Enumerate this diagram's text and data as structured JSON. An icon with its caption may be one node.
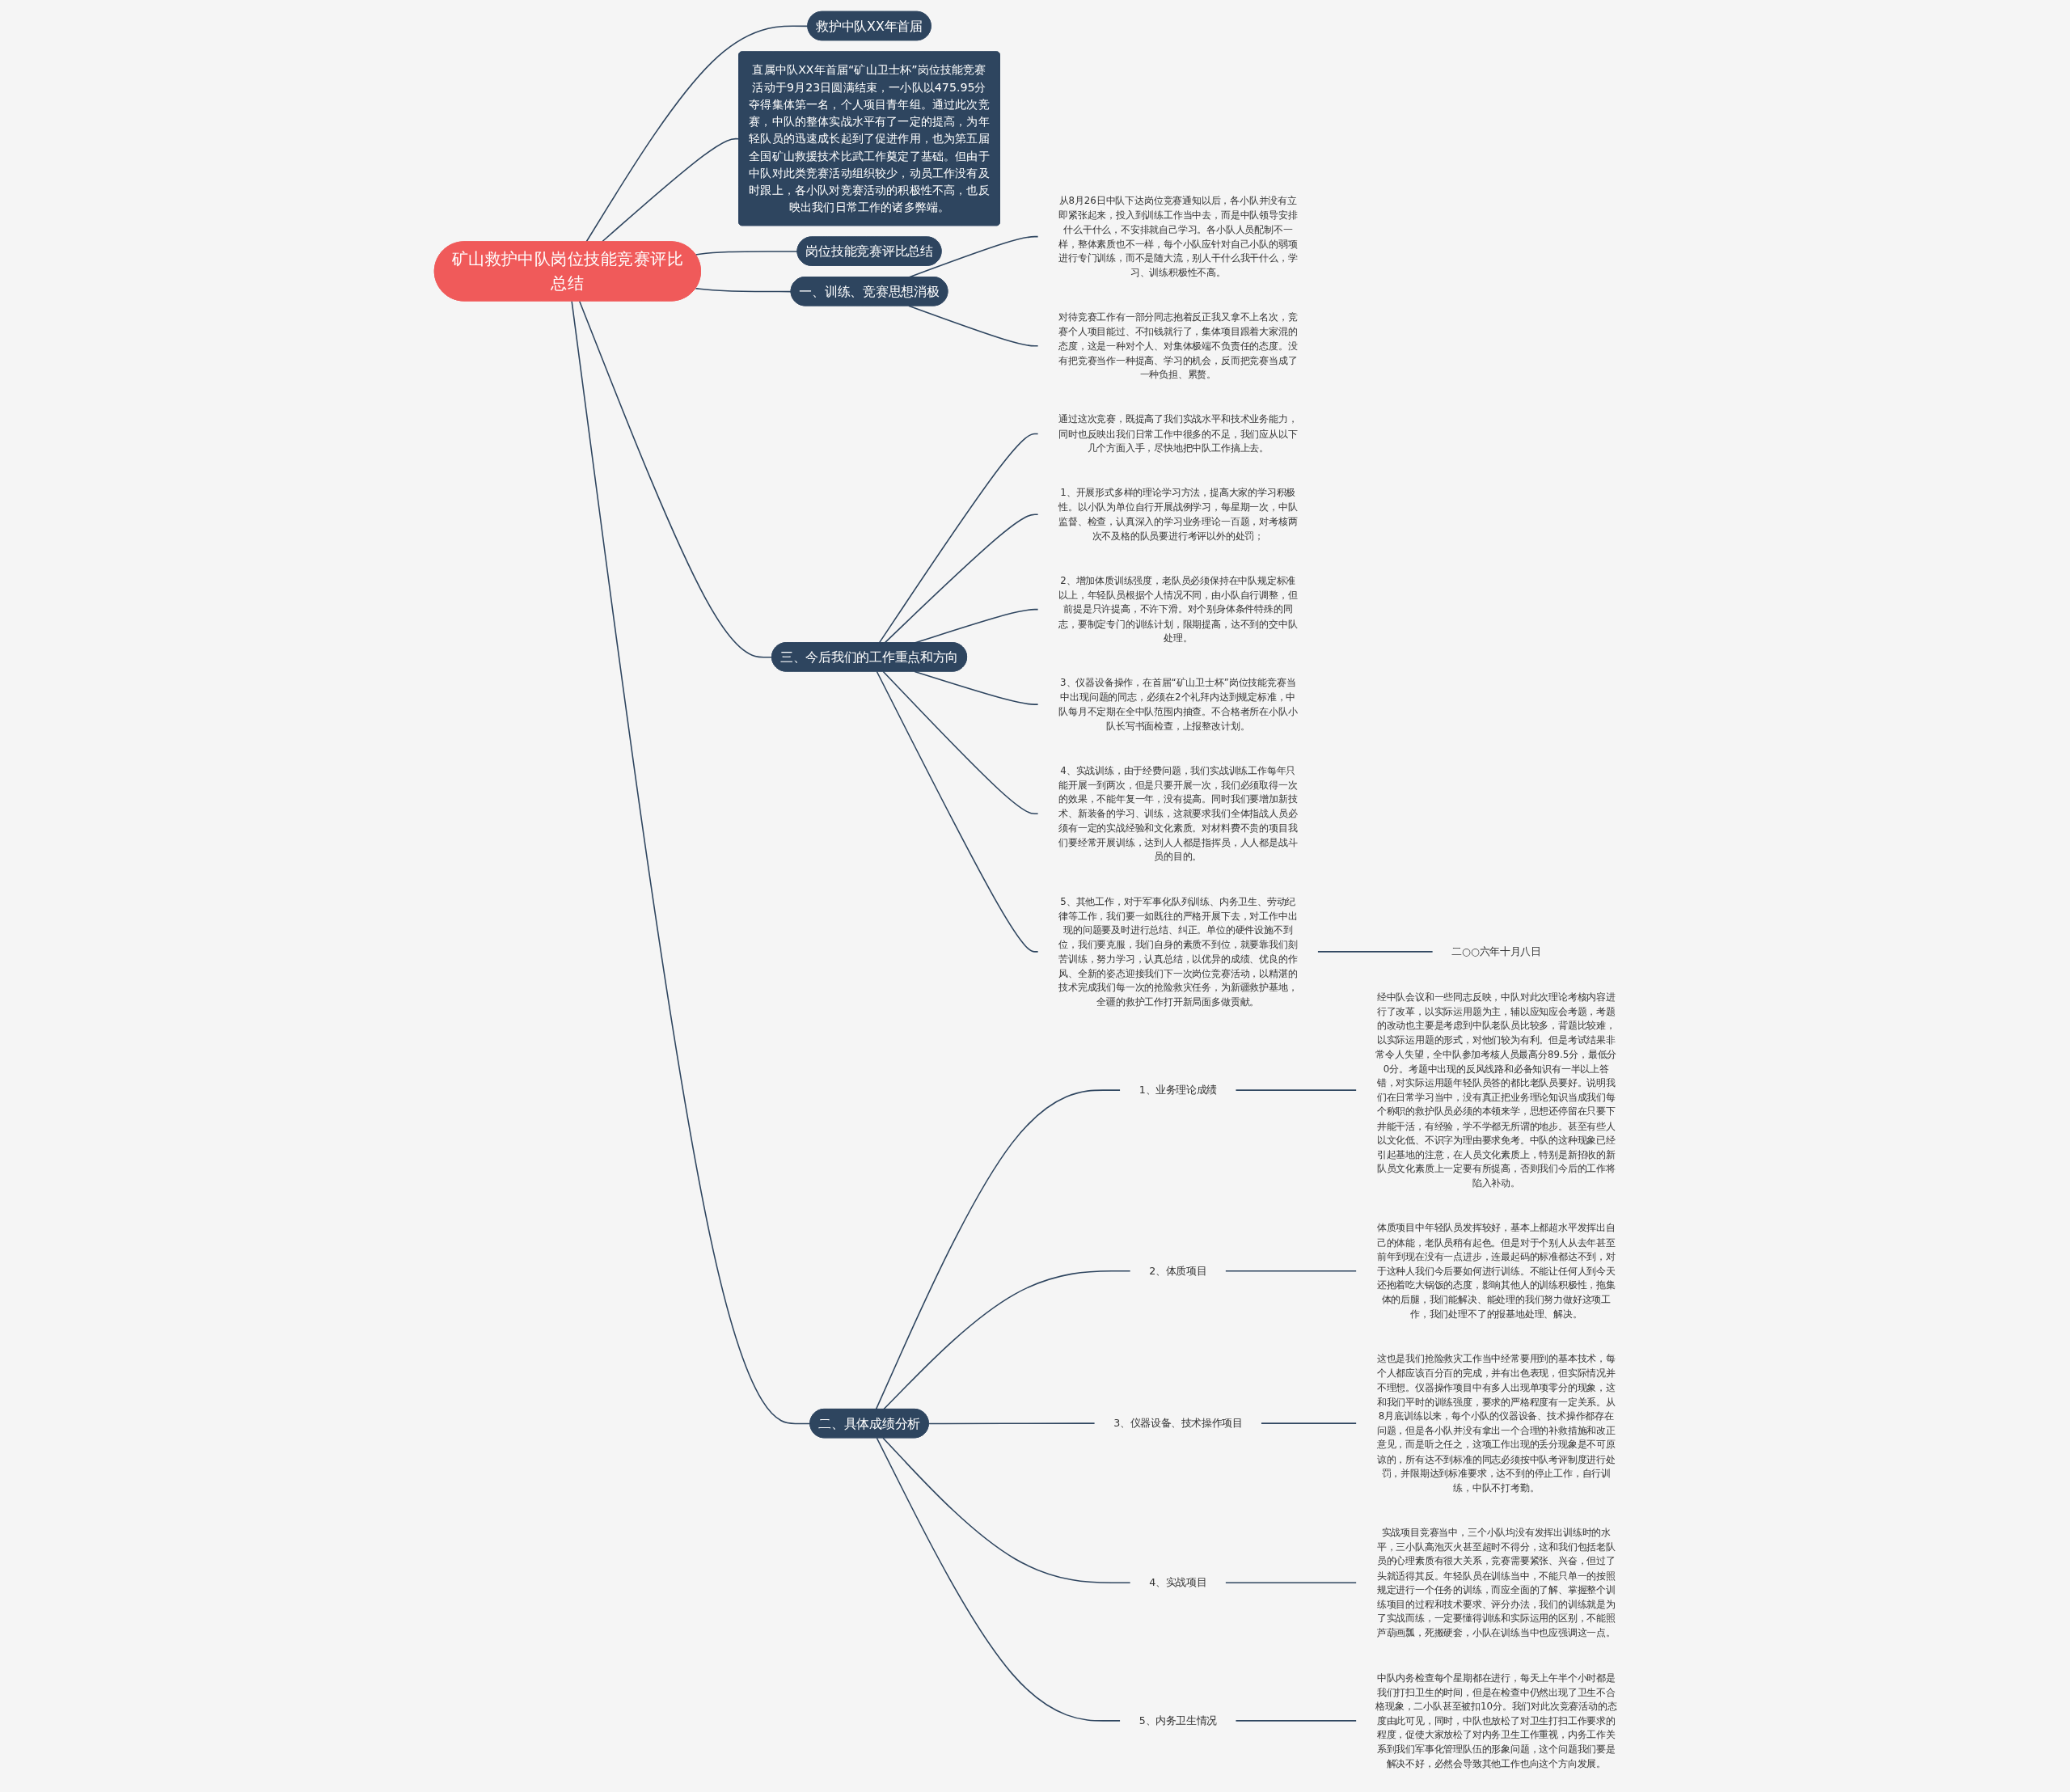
{
  "diagram": {
    "nodes": [
      {
        "text": [
          "矿山救护中队岗位技能竞赛评比总结"
        ]
      },
      {
        "text": [
          "救护中队XX年首届"
        ]
      },
      {
        "text": [
          "直属中队XX年首届“矿山卫士杯”岗位技能竞赛活动于9月23日圆满结束，一小队以475.95分夺得集体第一名，个人项目青年组。通过此次竞赛，中队的整体实战水平有了一定的提高，为年轻队员的迅速成长起到了促进作用，也为第五届全国矿山救援技术比武工作奠定了基础。但由于中队对此类竞赛活动组织较少，动员工作没有及时跟上，各小队对竞赛活动的积极性不高，也反映出我们日常工作的诸多弊端。"
        ]
      },
      {
        "text": [
          "岗位技能竞赛评比总结"
        ]
      },
      {
        "text": [
          "一、训练、竞赛思想消极"
        ]
      },
      {
        "text": [
          "从8月26日中队下达岗位竞赛通知以后，各小队并没有立即紧张起来，投入到训练工作当中去，而是中队领导安排什么干什么，不安排就自己学习。各小队人员配制不一样，整体素质也不一样，每个小队应针对自己小队的弱项进行专门训练，而不是随大流，别人干什么我干什么，学习、训练积极性不高。"
        ]
      },
      {
        "text": [
          "对待竞赛工作有一部分同志抱着反正我又拿不上名次，竞赛个人项目能过、不扣钱就行了，集体项目跟着大家混的态度，这是一种对个人、对集体极端不负责任的态度。没有把竞赛当作一种提高、学习的机会，反而把竞赛当成了一种负担、累赘。"
        ]
      },
      {
        "text": [
          "三、今后我们的工作重点和方向"
        ]
      },
      {
        "text": [
          "通过这次竞赛，既提高了我们实战水平和技术业务能力，同时也反映出我们日常工作中很多的不足，我们应从以下几个方面入手，尽快地把中队工作搞上去。"
        ]
      },
      {
        "text": [
          "1、开展形式多样的理论学习方法，提高大家的学习积极性。以小队为单位自行开展战例学习，每星期一次，中队监督、检查，认真深入的学习业务理论一百题，对考核两次不及格的队员要进行考评以外的处罚；"
        ]
      },
      {
        "text": [
          "2、增加体质训练强度，老队员必须保持在中队规定标准以上，年轻队员根据个人情况不同，由小队自行调整，但前提是只许提高，不许下滑。对个别身体条件特殊的同志，要制定专门的训练计划，限期提高，达不到的交中队处理。"
        ]
      },
      {
        "text": [
          "3、仪器设备操作，在首届“矿山卫士杯”岗位技能竞赛当中出现问题的同志，必须在2个礼拜内达到规定标准，中队每月不定期在全中队范围内抽查。不合格者所在小队小队长写书面检查，上报整改计划。"
        ]
      },
      {
        "text": [
          "4、实战训练，由于经费问题，我们实战训练工作每年只能开展一到两次，但是只要开展一次，我们必须取得一次的效果，不能年复一年，没有提高。同时我们要增加新技术、新装备的学习、训练，这就要求我们全体指战人员必须有一定的实战经验和文化素质。对材料费不贵的项目我们要经常开展训练，达到人人都是指挥员，人人都是战斗员的目的。"
        ]
      },
      {
        "text": [
          "5、其他工作，对于军事化队列训练、内务卫生、劳动纪律等工作，我们要一如既往的严格开展下去，对工作中出现的问题要及时进行总结、纠正。单位的硬件设施不到位，我们要克服，我们自身的素质不到位，就要靠我们刻苦训练，努力学习，认真总结，以优异的成绩、优良的作风、全新的姿态迎接我们下一次岗位竞赛活动，以精湛的技术完成我们每一次的抢险救灾任务，为新疆救护基地，全疆的救护工作打开新局面多做贡献。"
        ]
      },
      {
        "text": [
          "二○○六年十月八日"
        ]
      },
      {
        "text": [
          "二、具体成绩分析"
        ]
      },
      {
        "text": [
          "1、业务理论成绩"
        ]
      },
      {
        "text": [
          "经中队会议和一些同志反映，中队对此次理论考核内容进行了改革，以实际运用题为主，辅以应知应会考题，考题的改动也主要是考虑到中队老队员比较多，背题比较难，以实际运用题的形式，对他们较为有利。但是考试结果非常令人失望，全中队参加考核人员最高分89.5分，最低分0分。考题中出现的反风线路和必备知识有一半以上答错，对实际运用题年轻队员答的都比老队员要好。说明我们在日常学习当中，没有真正把业务理论知识当成我们每个称职的救护队员必须的本领来学，思想还停留在只要下井能干活，有经验，学不学都无所谓的地步。甚至有些人以文化低、不识字为理由要求免考。中队的这种现象已经引起基地的注意，在人员文化素质上，特别是新招收的新队员文化素质上一定要有所提高，否则我们今后的工作将陷入补动。"
        ]
      },
      {
        "text": [
          "2、体质项目"
        ]
      },
      {
        "text": [
          "体质项目中年轻队员发挥较好，基本上都超水平发挥出自己的体能，老队员稍有起色。但是对于个别人从去年甚至前年到现在没有一点进步，连最起码的标准都达不到，对于这种人我们今后要如何进行训练。不能让任何人到今天还抱着吃大锅饭的态度，影响其他人的训练积极性，拖集体的后腿，我们能解决、能处理的我们努力做好这项工作，我们处理不了的报基地处理、解决。"
        ]
      },
      {
        "text": [
          "3、仪器设备、技术操作项目"
        ]
      },
      {
        "text": [
          "这也是我们抢险救灾工作当中经常要用到的基本技术，每个人都应该百分百的完成，并有出色表现，但实际情况并不理想。仪器操作项目中有多人出现单项零分的现象，这和我们平时的训练强度，要求的严格程度有一定关系。从8月底训练以来，每个小队的仪器设备、技术操作都存在问题，但是各小队并没有拿出一个合理的补救措施和改正意见，而是听之任之，这项工作出现的丢分现象是不可原谅的，所有达不到标准的同志必须按中队考评制度进行处罚，并限期达到标准要求，达不到的停止工作，自行训练，中队不打考勤。"
        ]
      },
      {
        "text": [
          "4、实战项目"
        ]
      },
      {
        "text": [
          "实战项目竞赛当中，三个小队均没有发挥出训练时的水平，三小队高泡灭火甚至超时不得分，这和我们包括老队员的心理素质有很大关系，竞赛需要紧张、兴奋，但过了头就适得其反。年轻队员在训练当中，不能只单一的按照规定进行一个任务的训练，而应全面的了解、掌握整个训练项目的过程和技术要求、评分办法，我们的训练就是为了实战而练，一定要懂得训练和实际运用的区别，不能照芦葫画瓢，死搬硬套，小队在训练当中也应强调这一点。"
        ]
      },
      {
        "text": [
          "5、内务卫生情况"
        ]
      },
      {
        "text": [
          "中队内务检查每个星期都在进行，每天上午半个小时都是我们打扫卫生的时间，但是在检查中仍然出现了卫生不合格现象，二小队甚至被扣10分。我们对此次竞赛活动的态度由此可见，同时，中队也放松了对卫生打扫工作要求的程度，促使大家放松了对内务卫生工作重视，内务工作关系到我们军事化管理队伍的形象问题，这个问题我们要是解决不好，必然会导致其他工作也向这个方向发展。"
        ]
      }
    ],
    "edges": [
      {
        "from": 0,
        "to": 1,
        "arrow": "none"
      },
      {
        "from": 0,
        "to": 2,
        "arrow": "none"
      },
      {
        "from": 0,
        "to": 3,
        "arrow": "none"
      },
      {
        "from": 0,
        "to": 4,
        "arrow": "none"
      },
      {
        "from": 4,
        "to": 5,
        "arrow": "none"
      },
      {
        "from": 4,
        "to": 6,
        "arrow": "none"
      },
      {
        "from": 0,
        "to": 7,
        "arrow": "none"
      },
      {
        "from": 7,
        "to": 8,
        "arrow": "none"
      },
      {
        "from": 7,
        "to": 9,
        "arrow": "none"
      },
      {
        "from": 7,
        "to": 10,
        "arrow": "none"
      },
      {
        "from": 7,
        "to": 11,
        "arrow": "none"
      },
      {
        "from": 7,
        "to": 12,
        "arrow": "none"
      },
      {
        "from": 7,
        "to": 13,
        "arrow": "none"
      },
      {
        "from": 13,
        "to": 14,
        "arrow": "none"
      },
      {
        "from": 0,
        "to": 15,
        "arrow": "none"
      },
      {
        "from": 15,
        "to": 16,
        "arrow": "none"
      },
      {
        "from": 16,
        "to": 17,
        "arrow": "none"
      },
      {
        "from": 15,
        "to": 18,
        "arrow": "none"
      },
      {
        "from": 18,
        "to": 19,
        "arrow": "none"
      },
      {
        "from": 15,
        "to": 20,
        "arrow": "none"
      },
      {
        "from": 20,
        "to": 21,
        "arrow": "none"
      },
      {
        "from": 15,
        "to": 22,
        "arrow": "none"
      },
      {
        "from": 22,
        "to": 23,
        "arrow": "none"
      },
      {
        "from": 15,
        "to": 24,
        "arrow": "none"
      },
      {
        "from": 24,
        "to": 25,
        "arrow": "none"
      }
    ]
  }
}
